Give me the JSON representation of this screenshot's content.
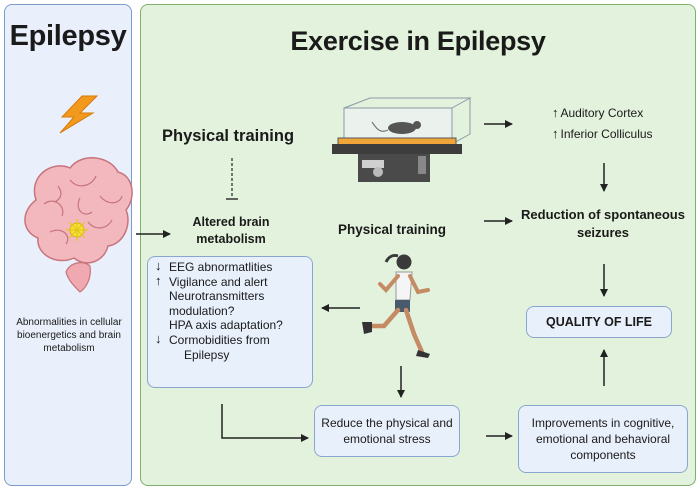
{
  "left_panel": {
    "title": "Epilepsy",
    "caption": "Abnormalities in cellular bioenergetics and brain metabolism"
  },
  "right_panel": {
    "title": "Exercise in Epilepsy",
    "physical_training_top": "Physical training",
    "altered_metabolism": "Altered brain metabolism",
    "physical_training_mid": "Physical training",
    "brain_regions": [
      {
        "arrow": "↑",
        "label": "Auditory Cortex"
      },
      {
        "arrow": "↑",
        "label": "Inferior Colliculus"
      }
    ],
    "reduction": "Reduction of spontaneous seizures",
    "quality_of_life": "QUALITY OF LIFE",
    "effects": [
      {
        "arrow": "↓",
        "text": "EEG abnormatlities"
      },
      {
        "arrow": "↑",
        "text": "Vigilance and alert"
      },
      {
        "arrow": "",
        "text": "Neurotransmitters"
      },
      {
        "arrow": "",
        "text": "modulation?"
      },
      {
        "arrow": "",
        "text": "HPA axis adaptation?"
      },
      {
        "arrow": "↓",
        "text": "Cormobidities from"
      },
      {
        "arrow": "",
        "text": "Epilepsy"
      }
    ],
    "stress_box": "Reduce the physical and emotional stress",
    "improvements_box": "Improvements in cognitive, emotional and behavioral components"
  },
  "colors": {
    "left_bg": "#e9f0fb",
    "right_bg": "#e3f2dc",
    "box_bg": "#e8f0fb",
    "lightning": "#f39a1e",
    "brain": "#f2b8bd"
  },
  "icons": [
    "lightning-icon",
    "brain-icon",
    "treadmill-rat-icon",
    "runner-icon"
  ]
}
